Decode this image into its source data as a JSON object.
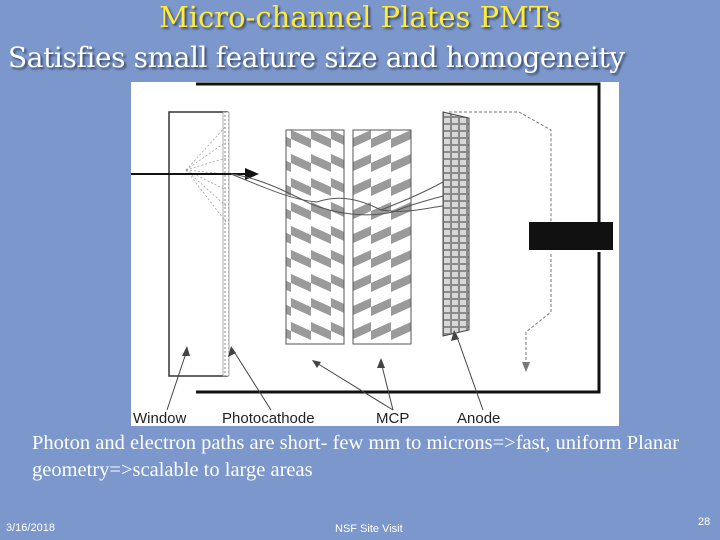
{
  "slide": {
    "title": "Micro-channel Plates PMTs",
    "subtitle": "Satisfies small feature size and homogeneity",
    "caption": "Photon and electron paths are short- few mm to microns=>fast, uniform Planar geometry=>scalable to large areas"
  },
  "diagram": {
    "labels": {
      "window": "Window",
      "photocathode": "Photocathode",
      "mcp": "MCP",
      "anode": "Anode"
    }
  },
  "footer": {
    "date": "3/16/2018",
    "center": "NSF Site Visit",
    "page": "28"
  },
  "colors": {
    "background": "#7b97cc",
    "title": "#ffeb3b",
    "text": "#ffffff"
  }
}
